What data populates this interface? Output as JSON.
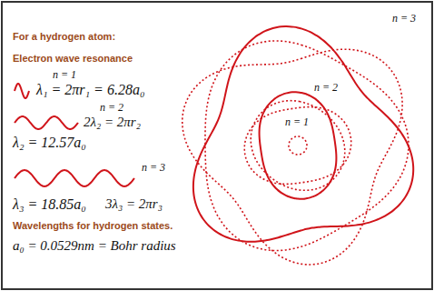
{
  "diagram": {
    "title": "For a hydrogen atom:",
    "labels": [
      "Electron wave resonance",
      "n = 1",
      "λ₁ = 2πr₁ = 6.28a₀",
      "n = 2",
      "2λ₂ = 2πr₂",
      "λ₂ = 12.57a₀",
      "n = 3",
      "λ₃ = 18.85a₀",
      "3λ₃ = 2πr₃",
      "Wavelengths for hydrogen states.",
      "a₀ = 0.0529nm = Bohr radius",
      "n = 3",
      "n = 2",
      "n = 1"
    ]
  }
}
